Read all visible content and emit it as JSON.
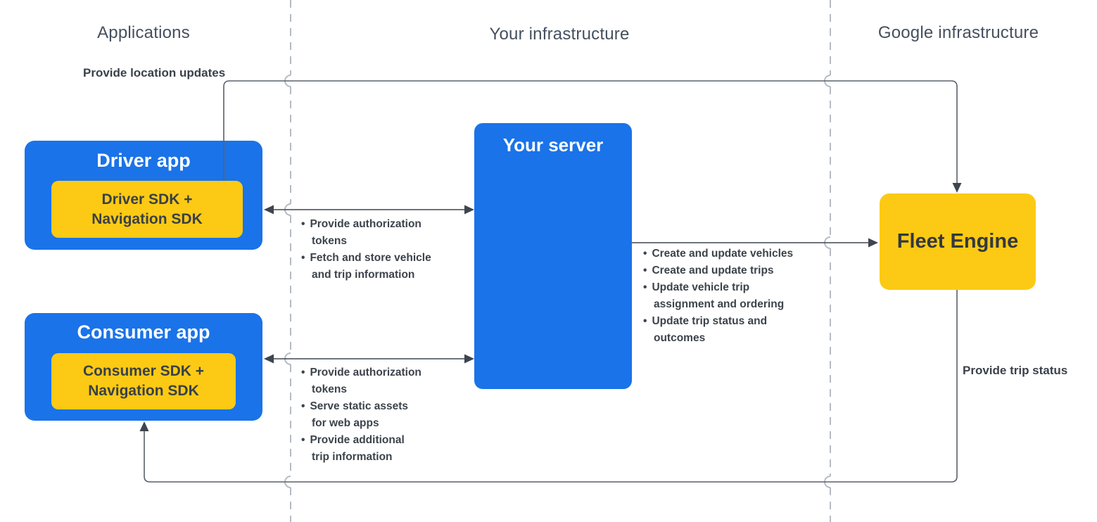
{
  "lanes": {
    "applications": "Applications",
    "your_infrastructure": "Your infrastructure",
    "google_infrastructure": "Google infrastructure"
  },
  "nodes": {
    "driver_app": {
      "title": "Driver app",
      "sdk_line1": "Driver SDK +",
      "sdk_line2": "Navigation SDK"
    },
    "consumer_app": {
      "title": "Consumer app",
      "sdk_line1": "Consumer SDK +",
      "sdk_line2": "Navigation SDK"
    },
    "your_server": {
      "title": "Your server"
    },
    "fleet_engine": {
      "title": "Fleet Engine"
    }
  },
  "edge_labels": {
    "provide_location_updates": "Provide location updates",
    "provide_trip_status": "Provide trip status"
  },
  "lists": {
    "driver_to_server": {
      "items": [
        "Provide authorization\ntokens",
        "Fetch and store vehicle\nand trip information"
      ]
    },
    "consumer_to_server": {
      "items": [
        "Provide authorization\ntokens",
        "Serve static assets\nfor web apps",
        "Provide additional\ntrip information"
      ]
    },
    "server_to_fleet": {
      "items": [
        "Create and update vehicles",
        "Create and update trips",
        "Update vehicle trip\nassignment and ordering",
        "Update trip status and\noutcomes"
      ]
    }
  },
  "colors": {
    "box_blue": "#1a73e8",
    "box_yellow": "#fcca14",
    "title_on_blue": "#ffffff",
    "dark_text": "#3c434b",
    "heading_grey": "#45505e",
    "connector": "#5a616b",
    "arrowhead": "#3e4550",
    "dashed_divider": "#b5bbc4"
  }
}
